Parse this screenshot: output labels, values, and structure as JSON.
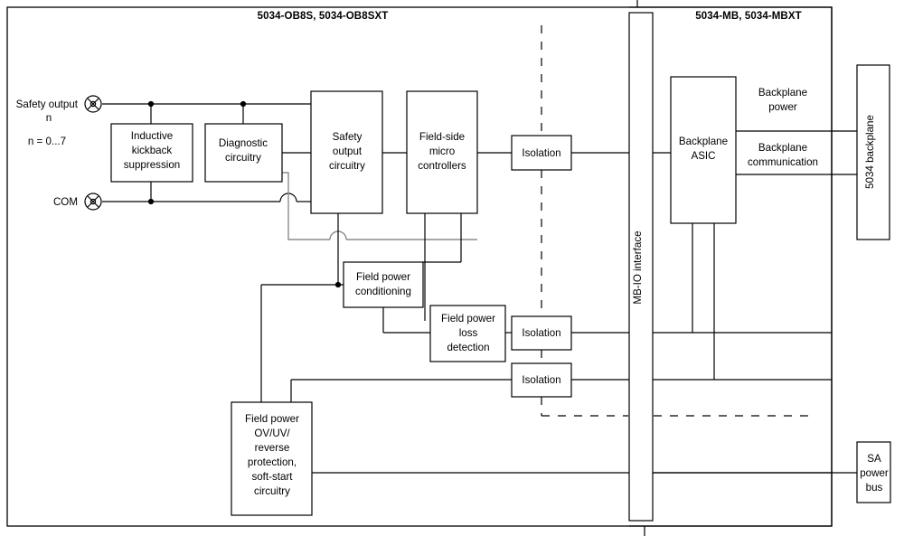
{
  "diagram": {
    "title_left": "5034-OB8S, 5034-OB8SXT",
    "title_right": "5034-MB, 5034-MBXT",
    "terminals": [
      {
        "name": "safety-output",
        "line1": "Safety output",
        "line2": "n",
        "line3": "n = 0...7"
      },
      {
        "name": "com",
        "line1": "COM"
      }
    ],
    "blocks": [
      {
        "id": "inductive-kickback-suppression",
        "lines": [
          "Inductive",
          "kickback",
          "suppression"
        ]
      },
      {
        "id": "diagnostic-circuitry",
        "lines": [
          "Diagnostic",
          "circuitry"
        ]
      },
      {
        "id": "safety-output-circuitry",
        "lines": [
          "Safety",
          "output",
          "circuitry"
        ]
      },
      {
        "id": "field-side-micro-controllers",
        "lines": [
          "Field-side",
          "micro",
          "controllers"
        ]
      },
      {
        "id": "field-power-conditioning",
        "lines": [
          "Field power",
          "conditioning"
        ]
      },
      {
        "id": "field-power-loss-detection",
        "lines": [
          "Field power",
          "loss",
          "detection"
        ]
      },
      {
        "id": "field-power-protection",
        "lines": [
          "Field power",
          "OV/UV/",
          "reverse",
          "protection,",
          "soft-start",
          "circuitry"
        ]
      },
      {
        "id": "isolation-top",
        "lines": [
          "Isolation"
        ]
      },
      {
        "id": "isolation-middle",
        "lines": [
          "Isolation"
        ]
      },
      {
        "id": "isolation-bottom",
        "lines": [
          "Isolation"
        ]
      },
      {
        "id": "backplane-asic",
        "lines": [
          "Backplane",
          "ASIC"
        ]
      },
      {
        "id": "sa-power-bus",
        "lines": [
          "SA",
          "power",
          "bus"
        ]
      }
    ],
    "vertical_blocks": [
      {
        "id": "mb-io-interface",
        "label": "MB-IO interface"
      },
      {
        "id": "backplane-5034",
        "label": "5034 backplane"
      }
    ],
    "wire_labels": [
      {
        "id": "backplane-power",
        "line1": "Backplane",
        "line2": "power"
      },
      {
        "id": "backplane-communication",
        "line1": "Backplane",
        "line2": "communication"
      }
    ],
    "colors": {
      "stroke": "#000000",
      "gray_wire": "#8c8c8c",
      "background": "#ffffff"
    }
  }
}
